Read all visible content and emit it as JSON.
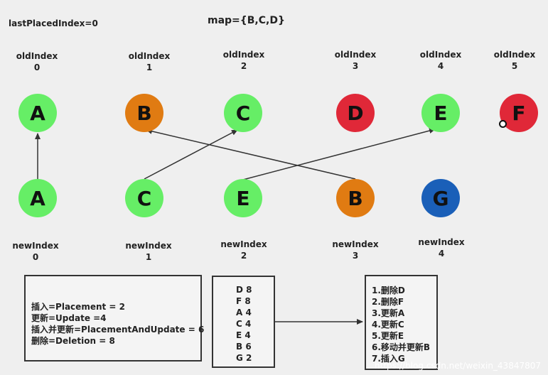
{
  "last_placed": "lastPlacedIndex=0",
  "map_label": "map={B,C,D}",
  "old_nodes": [
    {
      "letter": "A",
      "color": "#66ee66",
      "label": "oldIndex",
      "index": "0"
    },
    {
      "letter": "B",
      "color": "#e07b12",
      "label": "oldIndex",
      "index": "1"
    },
    {
      "letter": "C",
      "color": "#66ee66",
      "label": "oldIndex",
      "index": "2"
    },
    {
      "letter": "D",
      "color": "#e02838",
      "label": "oldIndex",
      "index": "3"
    },
    {
      "letter": "E",
      "color": "#66ee66",
      "label": "oldIndex",
      "index": "4"
    },
    {
      "letter": "F",
      "color": "#e02838",
      "label": "oldIndex",
      "index": "5"
    }
  ],
  "new_nodes": [
    {
      "letter": "A",
      "color": "#66ee66",
      "label": "newIndex",
      "index": "0"
    },
    {
      "letter": "C",
      "color": "#66ee66",
      "label": "newIndex",
      "index": "1"
    },
    {
      "letter": "E",
      "color": "#66ee66",
      "label": "newIndex",
      "index": "2"
    },
    {
      "letter": "B",
      "color": "#e07b12",
      "label": "newIndex",
      "index": "3"
    },
    {
      "letter": "G",
      "color": "#1a5fb8",
      "label": "newIndex",
      "index": "4"
    }
  ],
  "legend_lines": [
    "插入=Placement = 2",
    "更新=Update =4",
    "插入并更新=PlacementAndUpdate = 6",
    "删除=Deletion = 8"
  ],
  "flags_lines": [
    "D 8",
    "F 8",
    "A 4",
    "C 4",
    "E 4",
    "B 6",
    "G 2"
  ],
  "ops_lines": [
    "1.删除D",
    "2.删除F",
    "3.更新A",
    "4.更新C",
    "5.更新E",
    "6.移动并更新B",
    "7.插入G"
  ],
  "watermark": "https://blog.csdn.net/weixin_43847807"
}
